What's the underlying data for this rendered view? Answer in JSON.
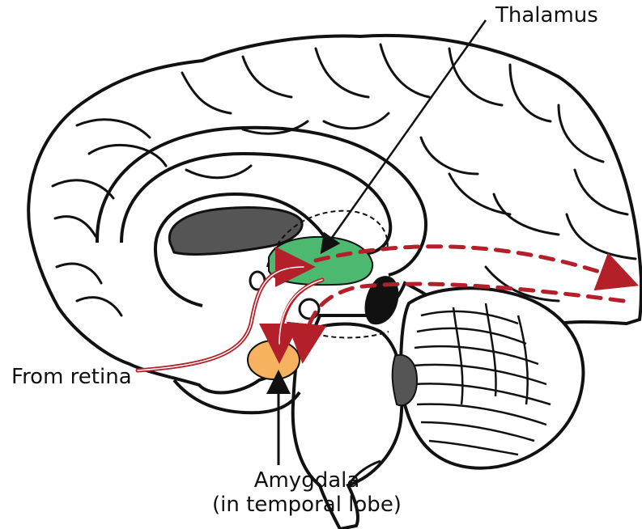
{
  "labels": {
    "thalamus": "Thalamus",
    "retina": "From retina",
    "amygdala_line1": "Amygdala",
    "amygdala_line2": "(in temporal lobe)"
  },
  "colors": {
    "thalamus": "#4db86f",
    "amygdala": "#f7b260",
    "pathway": "#b3202a",
    "ventricle": "#555555",
    "outline": "#111111"
  }
}
